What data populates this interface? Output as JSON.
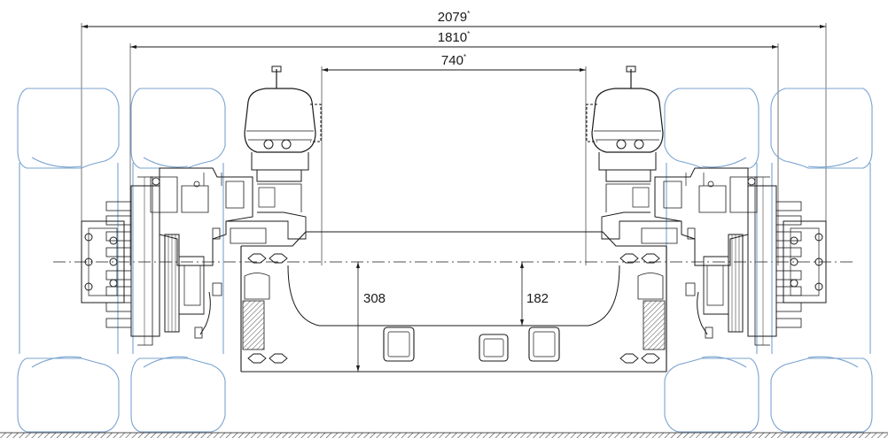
{
  "dimensions": {
    "overall_track": {
      "value": "2079",
      "mark": "*"
    },
    "inner_track": {
      "value": "1810",
      "mark": "*"
    },
    "frame_width": {
      "value": "740",
      "mark": "*"
    },
    "height_left": "308",
    "height_right": "182"
  },
  "colors": {
    "line": "#1a1a1a",
    "tire_outline": "#7aa3cf",
    "ground_hatch": "#555555",
    "background": "#ffffff"
  }
}
